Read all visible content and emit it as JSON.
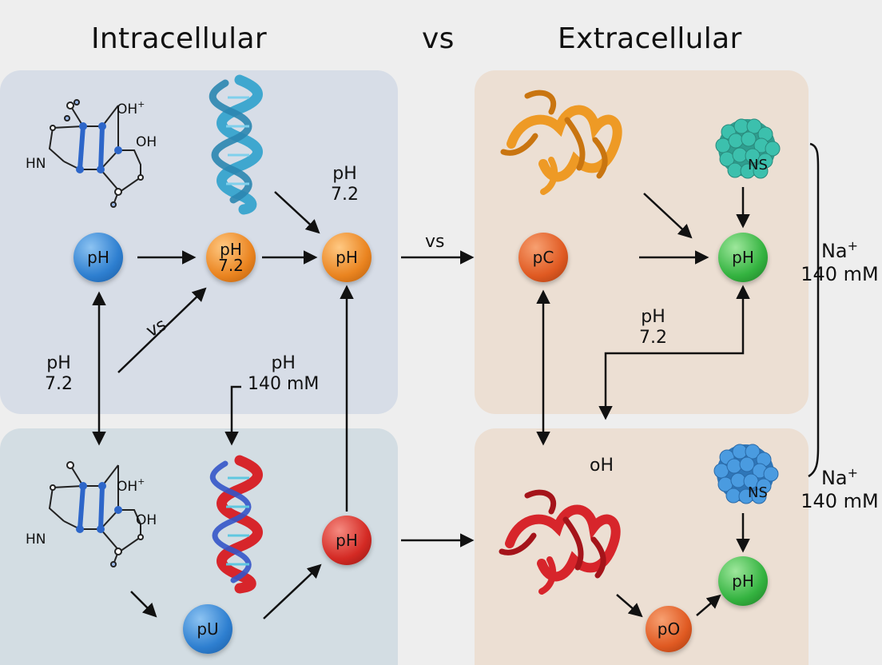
{
  "headings": {
    "left": "Intracellular",
    "middle": "vs",
    "right": "Extracellular"
  },
  "molecules": {
    "oh_plus": "OH",
    "plus": "+",
    "oh": "OH",
    "hn": "HN",
    "ns": "NS"
  },
  "nodes": {
    "blue_top": "pH",
    "orange_mid_line1": "pH",
    "orange_mid_line2": "7.2",
    "orange_top": "pH",
    "red_bottom": "pH",
    "blue_bottom": "pU",
    "red_pc": "pC",
    "green_top": "pH",
    "green_bottom": "pH",
    "orange_po": "pO"
  },
  "labels": {
    "ph72_top_line1": "pH",
    "ph72_top_line2": "7.2",
    "ph72_left_line1": "pH",
    "ph72_left_line2": "7.2",
    "vs_diag": "vs",
    "ph140_line1": "pH",
    "ph140_line2": "140 mM",
    "vs_center": "vs",
    "ph72_right_line1": "pH",
    "ph72_right_line2": "7.2",
    "oh_lower": "oH",
    "na_top_line1": "Na",
    "na_top_sup": "+",
    "na_top_line2": "140 mM",
    "na_bottom_line1": "Na",
    "na_bottom_sup": "+",
    "na_bottom_line2": "140 mM"
  },
  "colors": {
    "background": "#eeeeee",
    "panel_intra_top": "#d7dde7",
    "panel_intra_bottom": "#d3dde3",
    "panel_extra": "#ecdfd3",
    "node_blue": "#2e7fd0",
    "node_orange": "#ea8420",
    "node_red": "#d42a24",
    "node_green": "#34b340",
    "node_red_orange": "#e05a22",
    "protein_orange": "#ee9a25",
    "protein_red": "#d7252b",
    "helix_blue": "#3fa7cf",
    "cloud_teal": "#37b3a2",
    "cloud_blue": "#3f8fd6"
  }
}
